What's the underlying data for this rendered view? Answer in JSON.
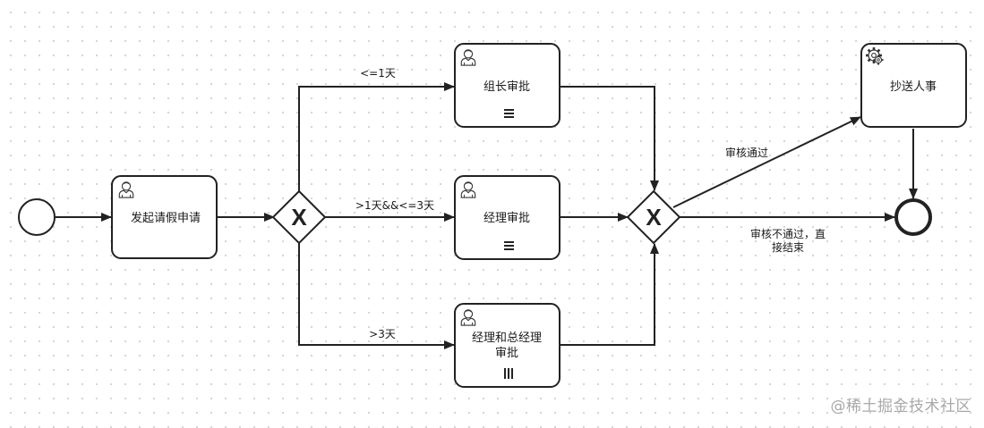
{
  "diagram": {
    "tasks": {
      "start_request": "发起请假申请",
      "leader_approve": "组长审批",
      "manager_approve": "经理审批",
      "manager_gm_line1": "经理和总经理",
      "manager_gm_line2": "审批",
      "cc_hr": "抄送人事"
    },
    "flows": {
      "le1": "<=1天",
      "gt1_le3": ">1天&&<=3天",
      "gt3": ">3天",
      "approved": "审核通过",
      "rejected_line1": "审核不通过，直",
      "rejected_line2": "接结束"
    },
    "gateways": {
      "split": "X",
      "merge": "X"
    }
  },
  "icons": {
    "user_task": "user-icon",
    "service_task": "gear-icon",
    "sequential_marker": "sequential-multi-instance-icon",
    "parallel_marker": "parallel-multi-instance-icon"
  },
  "watermark": "@稀土掘金技术社区",
  "colors": {
    "stroke": "#222222",
    "watermark": "#a8a8a8"
  }
}
